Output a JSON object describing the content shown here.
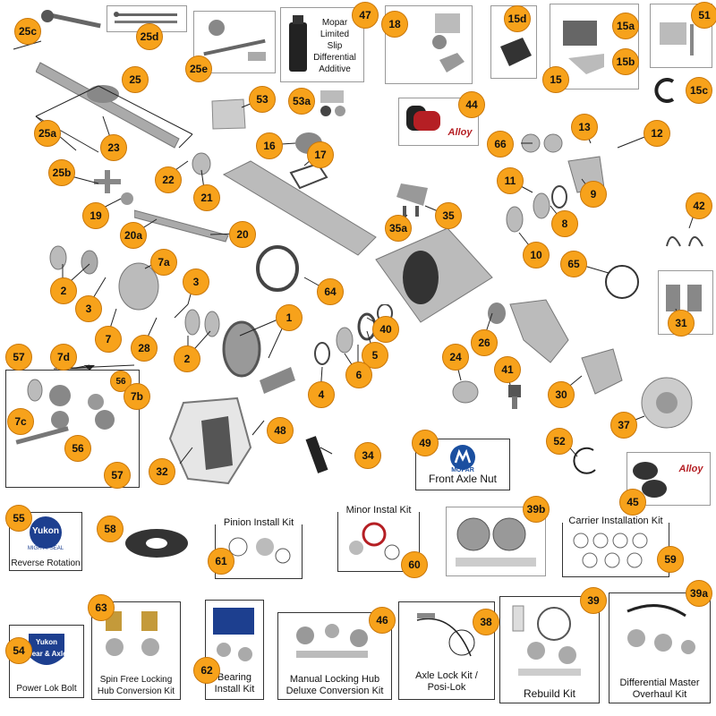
{
  "callouts": {
    "c1": "1",
    "c2a": "2",
    "c2b": "2",
    "c3a": "3",
    "c3b": "3",
    "c4": "4",
    "c5": "5",
    "c6": "6",
    "c7": "7",
    "c7a": "7a",
    "c7b": "7b",
    "c7c": "7c",
    "c7d": "7d",
    "c8": "8",
    "c9": "9",
    "c10": "10",
    "c11": "11",
    "c12": "12",
    "c13": "13",
    "c15": "15",
    "c15a": "15a",
    "c15b": "15b",
    "c15c": "15c",
    "c15d": "15d",
    "c16": "16",
    "c17": "17",
    "c18": "18",
    "c19": "19",
    "c20": "20",
    "c20a": "20a",
    "c21": "21",
    "c22": "22",
    "c23": "23",
    "c24": "24",
    "c25": "25",
    "c25a": "25a",
    "c25b": "25b",
    "c25c": "25c",
    "c25d": "25d",
    "c25e": "25e",
    "c26": "26",
    "c28": "28",
    "c30": "30",
    "c31": "31",
    "c32": "32",
    "c34": "34",
    "c35": "35",
    "c35a": "35a",
    "c37": "37",
    "c38": "38",
    "c39": "39",
    "c39a": "39a",
    "c39b": "39b",
    "c40": "40",
    "c41": "41",
    "c42": "42",
    "c44": "44",
    "c45": "45",
    "c46": "46",
    "c47": "47",
    "c48": "48",
    "c49": "49",
    "c51": "51",
    "c52": "52",
    "c53": "53",
    "c53a": "53a",
    "c54": "54",
    "c55": "55",
    "c56a": "56",
    "c56b": "56",
    "c57a": "57",
    "c57b": "57",
    "c58": "58",
    "c59": "59",
    "c60": "60",
    "c61": "61",
    "c62": "62",
    "c63": "63",
    "c64": "64",
    "c65": "65",
    "c66": "66"
  },
  "labels": {
    "mopar_additive": "Mopar\nLimited\nSlip\nDifferential\nAdditive",
    "front_axle_nut": "Front Axle Nut",
    "mopar_logo": "MOPAR",
    "alloy_logo": "Alloy",
    "reverse_rotation": "Reverse Rotation",
    "yukon_logo": "Yukon",
    "yukon_tag": "MIGHTY SEAL",
    "yukon_gear": "Yukon\nGear & Axle",
    "pinion_install_kit": "Pinion Install Kit",
    "minor_install_kit": "Minor Instal Kit",
    "carrier_install_kit": "Carrier Installation Kit",
    "power_lok_bolt": "Power Lok Bolt",
    "spin_free": "Spin Free Locking\nHub Conversion Kit",
    "bearing_install_kit": "Bearing\nInstall Kit",
    "manual_locking_hub": "Manual Locking Hub\nDeluxe Conversion Kit",
    "axle_lock_kit": "Axle Lock Kit /\nPosi-Lok",
    "rebuild_kit": "Rebuild Kit",
    "diff_master": "Differential Master\nOverhaul Kit"
  },
  "colors": {
    "callout_fill": "#f7a21b",
    "callout_border": "#c9770a",
    "part_gray": "#9a9a9a",
    "part_dark": "#555555",
    "mopar_blue": "#1a4fa0",
    "yukon_blue": "#1d3f8f",
    "alloy_red": "#b51f24"
  }
}
